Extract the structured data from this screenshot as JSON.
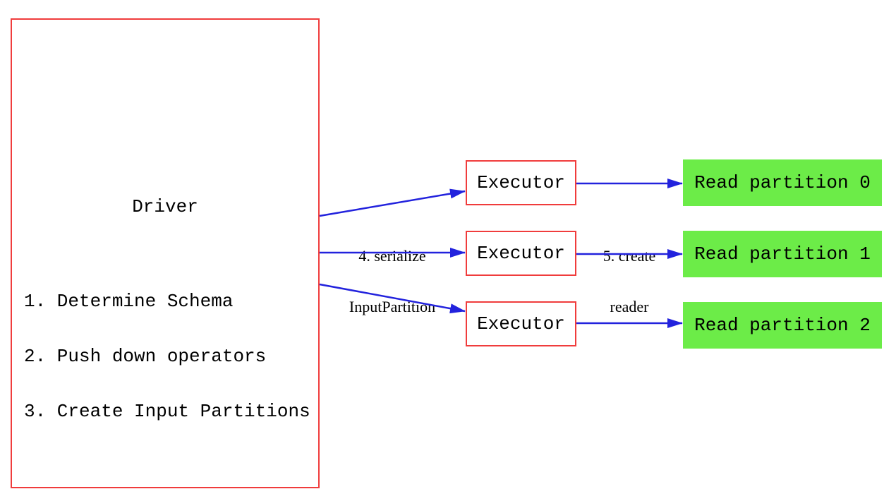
{
  "diagram": {
    "driver": {
      "title": "Driver",
      "steps": [
        "1. Determine Schema",
        "2. Push down operators",
        "3. Create Input Partitions"
      ]
    },
    "executors": [
      {
        "label": "Executor"
      },
      {
        "label": "Executor"
      },
      {
        "label": "Executor"
      }
    ],
    "partitions": [
      {
        "label": "Read partition 0"
      },
      {
        "label": "Read partition 1"
      },
      {
        "label": "Read partition 2"
      }
    ],
    "edge_labels": {
      "serialize": {
        "line1": "4. serialize",
        "line2": "InputPartition"
      },
      "create_reader": {
        "line1": "5. create",
        "line2": "reader"
      }
    },
    "colors": {
      "box_border": "#f03c3c",
      "arrow": "#2222dd",
      "partition_fill": "#6cec48",
      "text": "#000000",
      "background": "#ffffff"
    }
  }
}
